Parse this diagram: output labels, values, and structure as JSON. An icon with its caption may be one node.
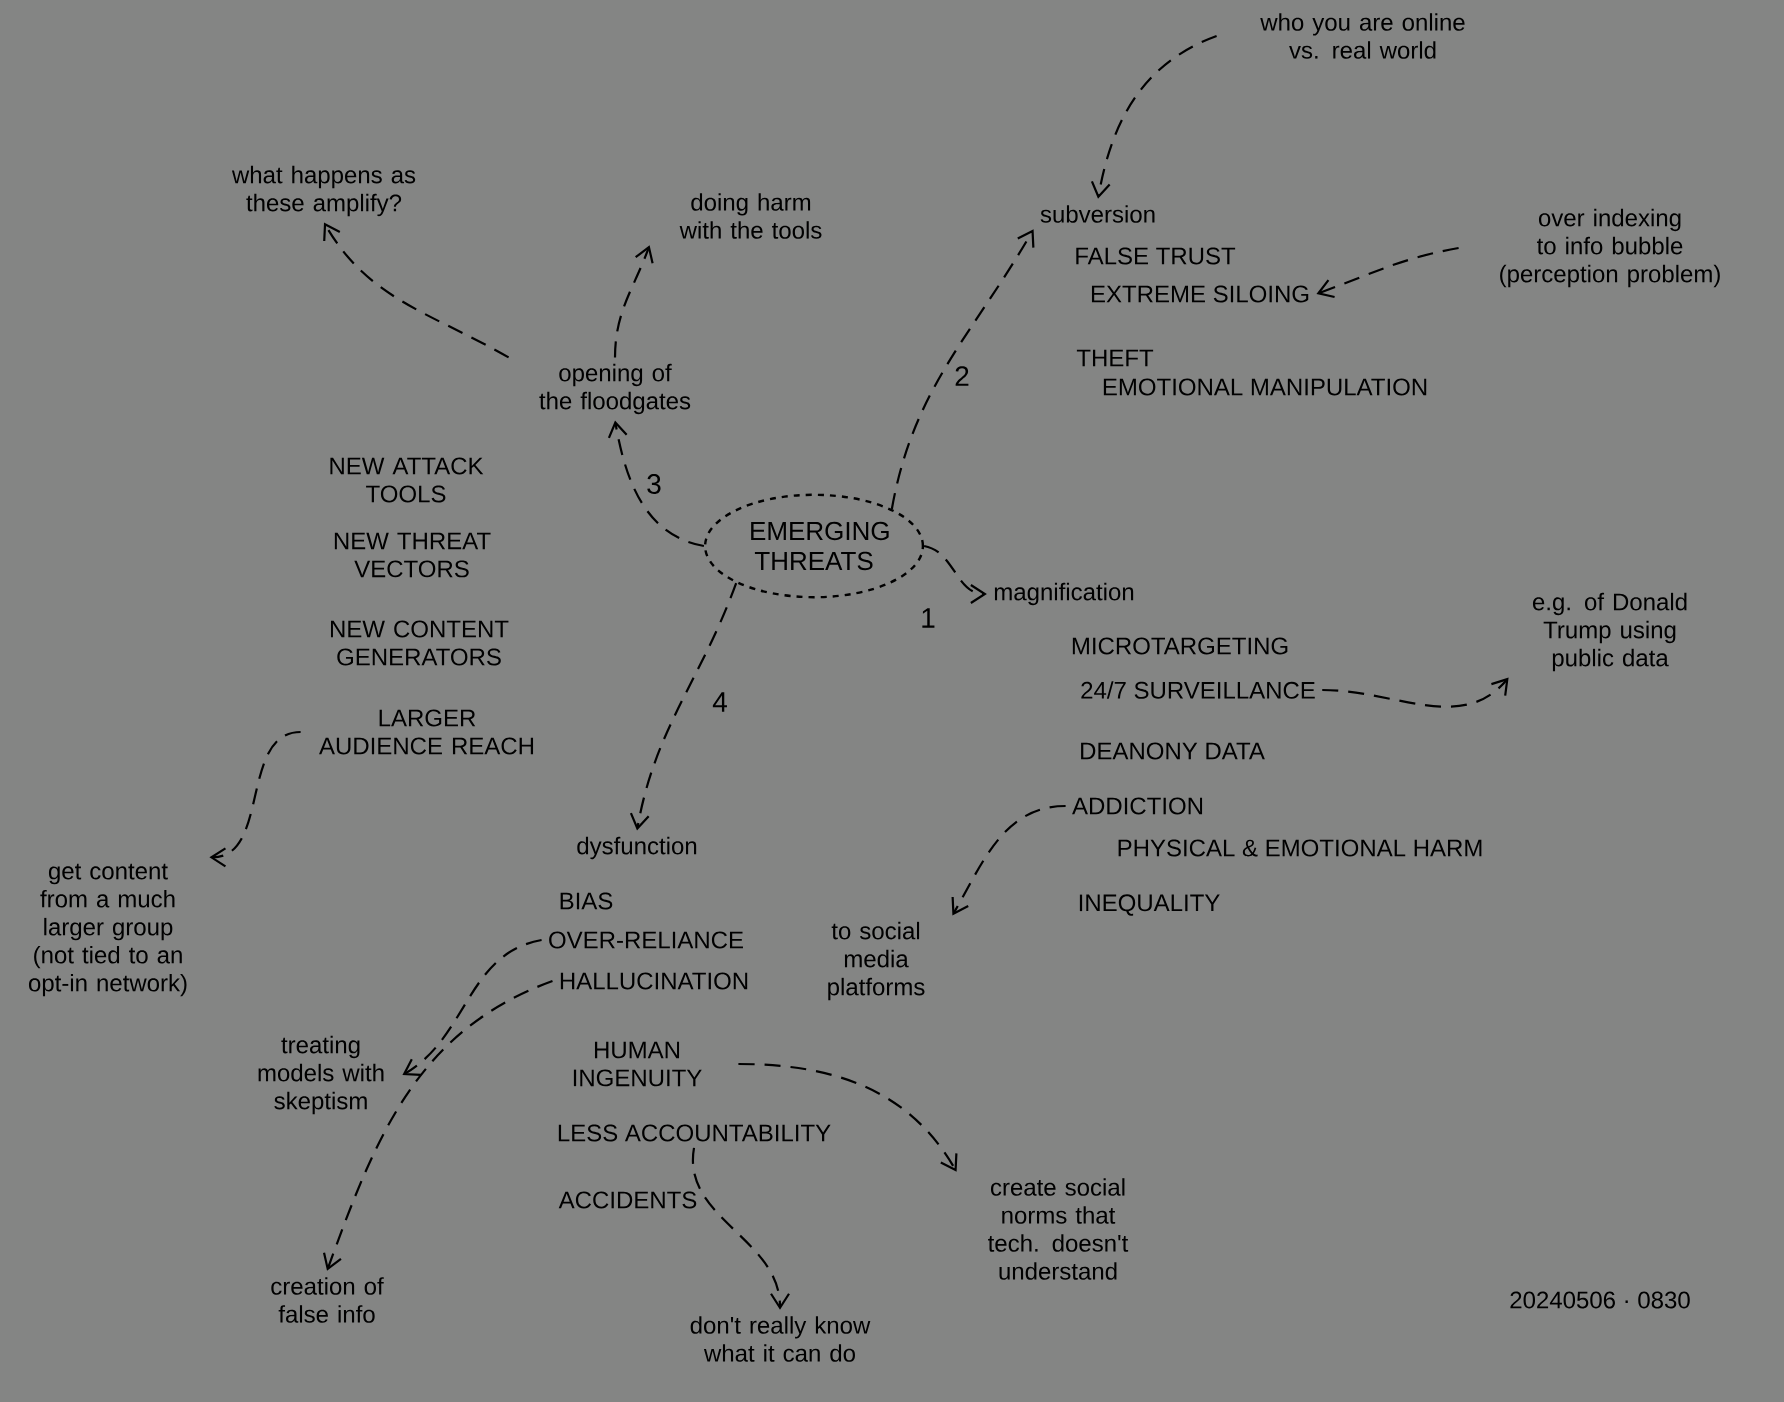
{
  "diagram": {
    "nodes": [
      {
        "text": [
          "EMERGING THREATS"
        ]
      },
      {
        "text": [
          "opening of the floodgates"
        ]
      },
      {
        "text": [
          "what happens as these amplify?"
        ]
      },
      {
        "text": [
          "doing harm with the tools"
        ]
      },
      {
        "text": [
          "subversion"
        ]
      },
      {
        "text": [
          "who you are online vs. real world"
        ]
      },
      {
        "text": [
          "EXTREME SILOING"
        ]
      },
      {
        "text": [
          "over indexing to info bubble (perception problem)"
        ]
      },
      {
        "text": [
          "magnification"
        ]
      },
      {
        "text": [
          "24/7 SURVEILLANCE"
        ]
      },
      {
        "text": [
          "e.g. of Donald Trump using public data"
        ]
      },
      {
        "text": [
          "ADDICTION"
        ]
      },
      {
        "text": [
          "to social media platforms"
        ]
      },
      {
        "text": [
          "dysfunction"
        ]
      },
      {
        "text": [
          "LARGER AUDIENCE REACH"
        ]
      },
      {
        "text": [
          "get content from a much larger group (not tied to an opt-in network)"
        ]
      },
      {
        "text": [
          "OVER-RELIANCE"
        ]
      },
      {
        "text": [
          "treating models with skeptism"
        ]
      },
      {
        "text": [
          "HALLUCINATION"
        ]
      },
      {
        "text": [
          "creation of false info"
        ]
      },
      {
        "text": [
          "HUMAN INGENUITY"
        ]
      },
      {
        "text": [
          "create social norms that tech. doesn't understand"
        ]
      },
      {
        "text": [
          "LESS ACCOUNTABILITY"
        ]
      },
      {
        "text": [
          "don't really know what it can do"
        ]
      }
    ],
    "edges": [
      {
        "from": 0,
        "to": 1,
        "arrow": "to",
        "label": "3"
      },
      {
        "from": 1,
        "to": 2,
        "arrow": "to"
      },
      {
        "from": 1,
        "to": 3,
        "arrow": "to"
      },
      {
        "from": 0,
        "to": 4,
        "arrow": "to",
        "label": "2"
      },
      {
        "from": 5,
        "to": 4,
        "arrow": "to"
      },
      {
        "from": 7,
        "to": 6,
        "arrow": "to"
      },
      {
        "from": 0,
        "to": 8,
        "arrow": "to",
        "label": "1"
      },
      {
        "from": 9,
        "to": 10,
        "arrow": "to"
      },
      {
        "from": 11,
        "to": 12,
        "arrow": "to"
      },
      {
        "from": 0,
        "to": 13,
        "arrow": "to",
        "label": "4"
      },
      {
        "from": 14,
        "to": 15,
        "arrow": "to"
      },
      {
        "from": 16,
        "to": 17,
        "arrow": "to"
      },
      {
        "from": 18,
        "to": 19,
        "arrow": "to"
      },
      {
        "from": 20,
        "to": 21,
        "arrow": "to"
      },
      {
        "from": 22,
        "to": 23,
        "arrow": "to"
      }
    ],
    "labels": [
      "NEW ATTACK TOOLS",
      "NEW THREAT VECTORS",
      "NEW CONTENT GENERATORS",
      "FALSE TRUST",
      "THEFT",
      "EMOTIONAL MANIPULATION",
      "MICROTARGETING",
      "DEANONY DATA",
      "PHYSICAL & EMOTIONAL HARM",
      "INEQUALITY",
      "BIAS",
      "ACCIDENTS",
      "20240506 · 0830"
    ]
  }
}
